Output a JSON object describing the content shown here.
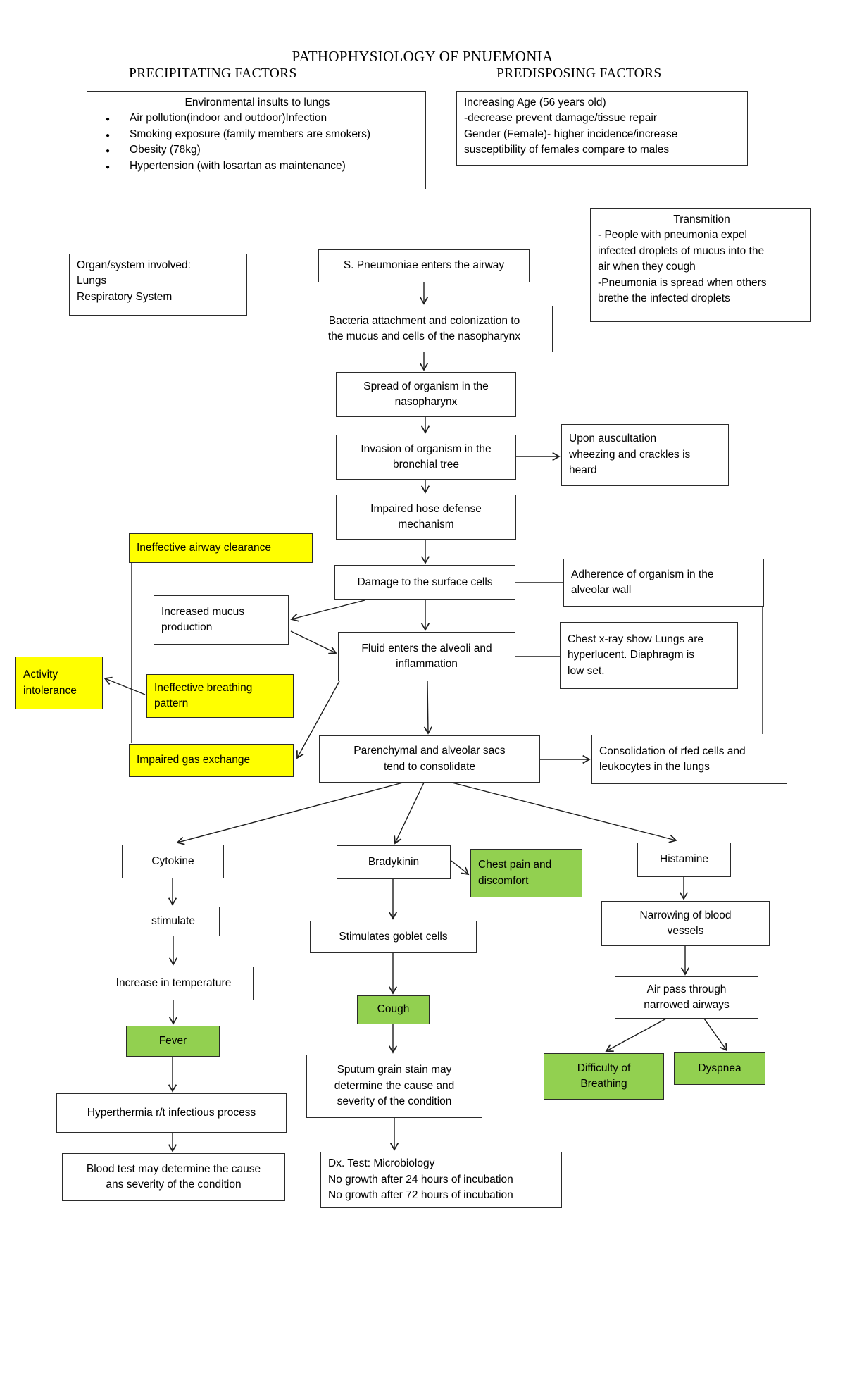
{
  "title": "PATHOPHYSIOLOGY OF PNUEMONIA",
  "section_headers": {
    "precipitating": "PRECIPITATING FACTORS",
    "predisposing": "PREDISPOSING FACTORS"
  },
  "icons": {
    "bullet": "●"
  },
  "colors": {
    "highlight_yellow": "#FFFF00",
    "highlight_green": "#92D050",
    "box_border": "#2b2b2b",
    "arrow": "#1c1c1c"
  },
  "boxes": {
    "environmental": {
      "title": "Environmental insults to lungs",
      "bullets": [
        "Air pollution(indoor and outdoor)Infection",
        "Smoking exposure (family members are smokers)",
        "Obesity (78kg)",
        "Hypertension (with losartan as maintenance)"
      ]
    },
    "predisposing": {
      "lines": [
        "Increasing Age (56 years old)",
        "-decrease prevent damage/tissue repair",
        "Gender (Female)- higher incidence/increase",
        "susceptibility of females compare to males"
      ]
    },
    "transmission": {
      "title": "Transmition",
      "lines": [
        "- People with pneumonia expel",
        "infected droplets of mucus into the",
        "air when they cough",
        "-Pneumonia is spread when others",
        "brethe the infected droplets"
      ]
    },
    "organ": {
      "lines": [
        "Organ/system involved:",
        "Lungs",
        "Respiratory System"
      ]
    },
    "pneumoniae": {
      "lines": [
        "S. Pneumoniae enters the airway"
      ]
    },
    "bacteria": {
      "lines": [
        "Bacteria attachment and colonization to",
        "the mucus and cells of the nasopharynx"
      ]
    },
    "spread": {
      "lines": [
        "Spread of organism in the",
        "nasopharynx"
      ]
    },
    "invasion": {
      "lines": [
        "Invasion of organism in the",
        "bronchial tree"
      ]
    },
    "auscultation": {
      "lines": [
        "Upon auscultation",
        "wheezing and crackles is",
        "heard"
      ]
    },
    "host_defense": {
      "lines": [
        "Impaired hose defense",
        "mechanism"
      ]
    },
    "airway_clearance": {
      "lines": [
        "Ineffective airway clearance"
      ]
    },
    "damage": {
      "lines": [
        "Damage to the surface cells"
      ]
    },
    "adherence": {
      "lines": [
        "Adherence of organism in the",
        "alveolar wall"
      ]
    },
    "mucus": {
      "lines": [
        "Increased mucus",
        "production"
      ]
    },
    "fluid": {
      "lines": [
        "Fluid enters the alveoli and",
        "inflammation"
      ]
    },
    "xray": {
      "lines": [
        "Chest x-ray show Lungs are",
        "hyperlucent. Diaphragm is",
        "low set."
      ]
    },
    "activity": {
      "lines": [
        "Activity",
        "intolerance"
      ]
    },
    "breathing": {
      "lines": [
        "Ineffective breathing",
        "pattern"
      ]
    },
    "gas_exchange": {
      "lines": [
        "Impaired gas exchange"
      ]
    },
    "parenchymal": {
      "lines": [
        "Parenchymal and alveolar sacs",
        "tend to consolidate"
      ]
    },
    "consolidation": {
      "lines": [
        "Consolidation of rfed cells and",
        "leukocytes in the lungs"
      ]
    },
    "cytokine": {
      "lines": [
        "Cytokine"
      ]
    },
    "bradykinin": {
      "lines": [
        "Bradykinin"
      ]
    },
    "chest_pain": {
      "lines": [
        "Chest pain and",
        "discomfort"
      ]
    },
    "histamine": {
      "lines": [
        "Histamine"
      ]
    },
    "stimulate": {
      "lines": [
        "stimulate"
      ]
    },
    "goblet": {
      "lines": [
        "Stimulates goblet cells"
      ]
    },
    "narrowing": {
      "lines": [
        "Narrowing of blood",
        "vessels"
      ]
    },
    "temperature": {
      "lines": [
        "Increase in temperature"
      ]
    },
    "cough": {
      "lines": [
        "Cough"
      ]
    },
    "air_pass": {
      "lines": [
        "Air pass through",
        "narrowed airways"
      ]
    },
    "fever": {
      "lines": [
        "Fever"
      ]
    },
    "difficulty": {
      "lines": [
        "Difficulty of",
        "Breathing"
      ]
    },
    "dyspnea": {
      "lines": [
        "Dyspnea"
      ]
    },
    "hyperthermia": {
      "lines": [
        "Hyperthermia r/t infectious process"
      ]
    },
    "sputum": {
      "lines": [
        "Sputum grain stain may",
        "determine the cause and",
        "severity of the condition"
      ]
    },
    "blood_test": {
      "lines": [
        "Blood test may determine the cause",
        "ans severity of the condition"
      ]
    },
    "dx_test": {
      "lines": [
        "Dx. Test: Microbiology",
        "No growth after 24 hours of incubation",
        "No growth after 72 hours of incubation"
      ]
    }
  }
}
